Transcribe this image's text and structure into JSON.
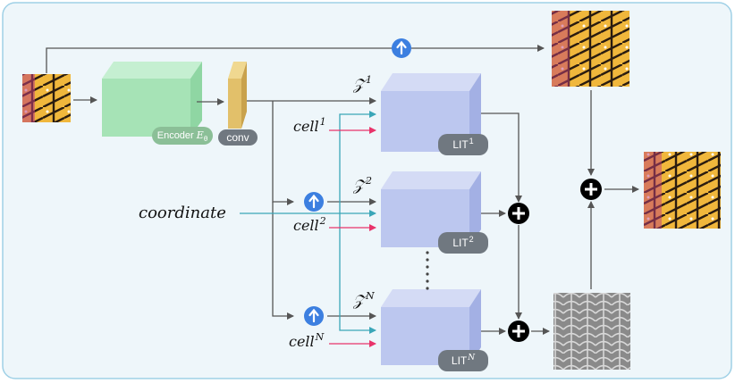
{
  "labels": {
    "encoder": "Encoder",
    "encoder_sub": "E",
    "encoder_subscript": "θ",
    "conv": "conv",
    "coordinate": "coordinate",
    "cell": "cell",
    "z": "𝒵",
    "lit": "LIT",
    "sup_1": "1",
    "sup_2": "2",
    "sup_n": "N"
  },
  "colors": {
    "frame_bg": "#eef6fa",
    "frame_border": "#9fd0e6",
    "encoder_fill": "#a6e3b6",
    "conv_fill": "#e2c06a",
    "lit_fill": "#bcc7ef",
    "tag_fill": "#707880",
    "upsample": "#3c7fe0",
    "cell_arrow": "#e8336a",
    "coord_arrow": "#3aa6b8",
    "arrow": "#555555"
  },
  "icons": [
    "upsample-icon",
    "plus-icon",
    "butterfly-image",
    "edge-residual-image"
  ]
}
